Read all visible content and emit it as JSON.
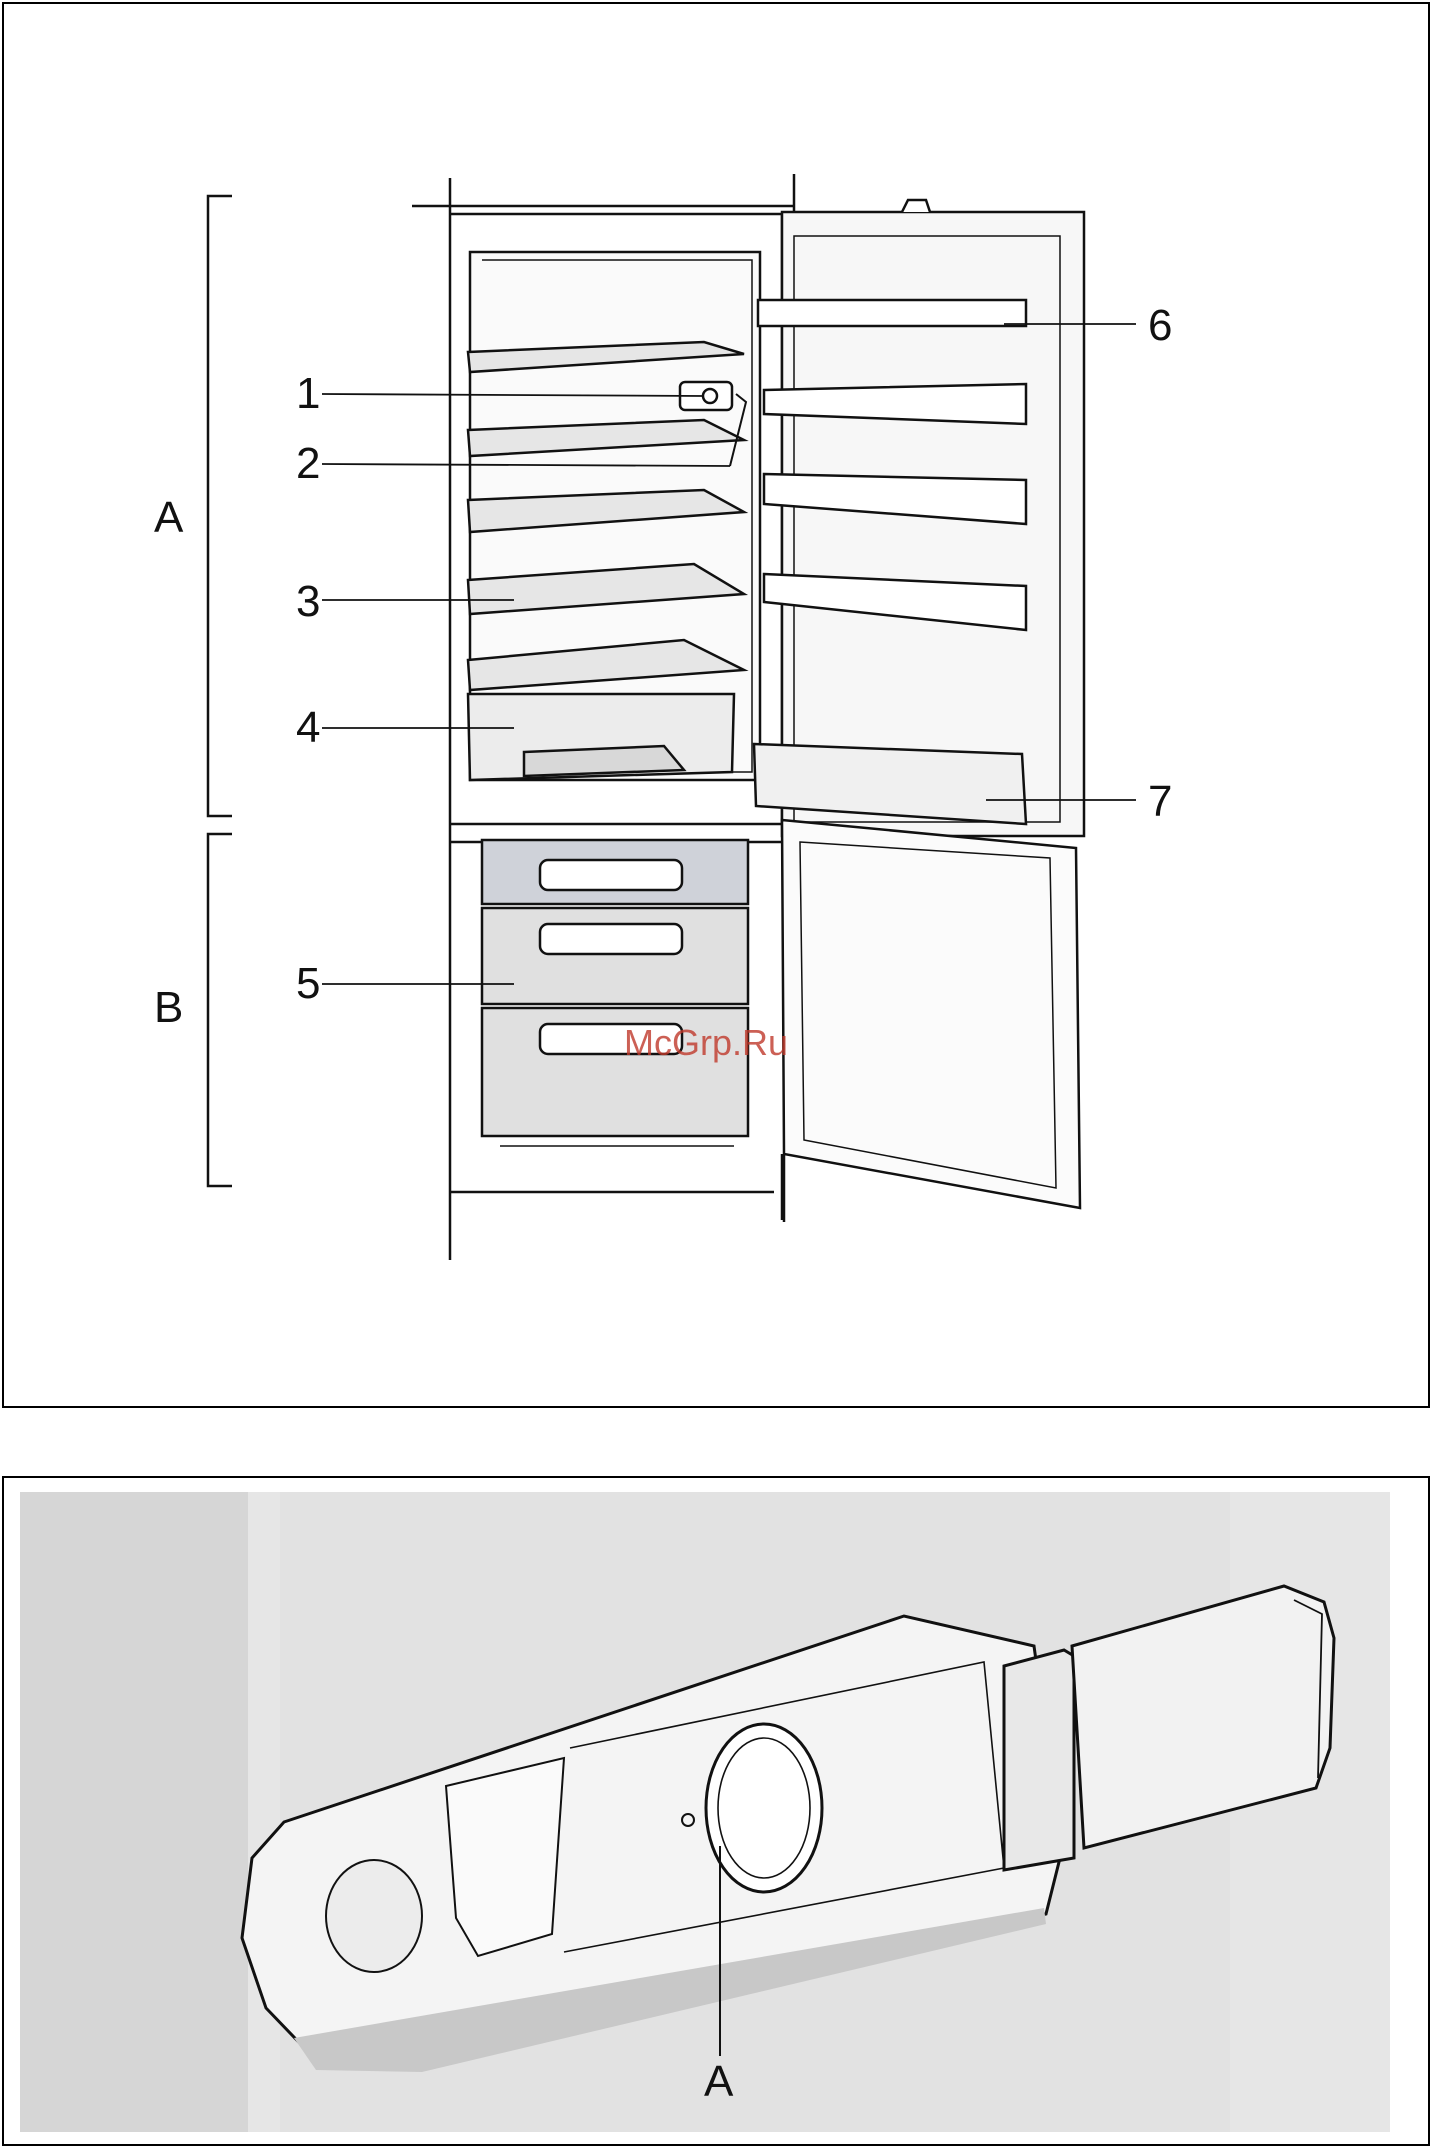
{
  "figure_top": {
    "section_labels": [
      "A",
      "B"
    ],
    "callouts": [
      "1",
      "2",
      "3",
      "4",
      "5",
      "6",
      "7"
    ]
  },
  "figure_bottom": {
    "callout": "A"
  },
  "watermark": "McGrp.Ru",
  "colors": {
    "line": "#111111",
    "shade_light": "#e8e8e8",
    "shade_mid": "#d4d4d4",
    "shade_dark": "#bdbdbd",
    "watermark": "#c0392b"
  },
  "icons": [
    "refrigerator-illustration",
    "temperature-control-illustration"
  ]
}
